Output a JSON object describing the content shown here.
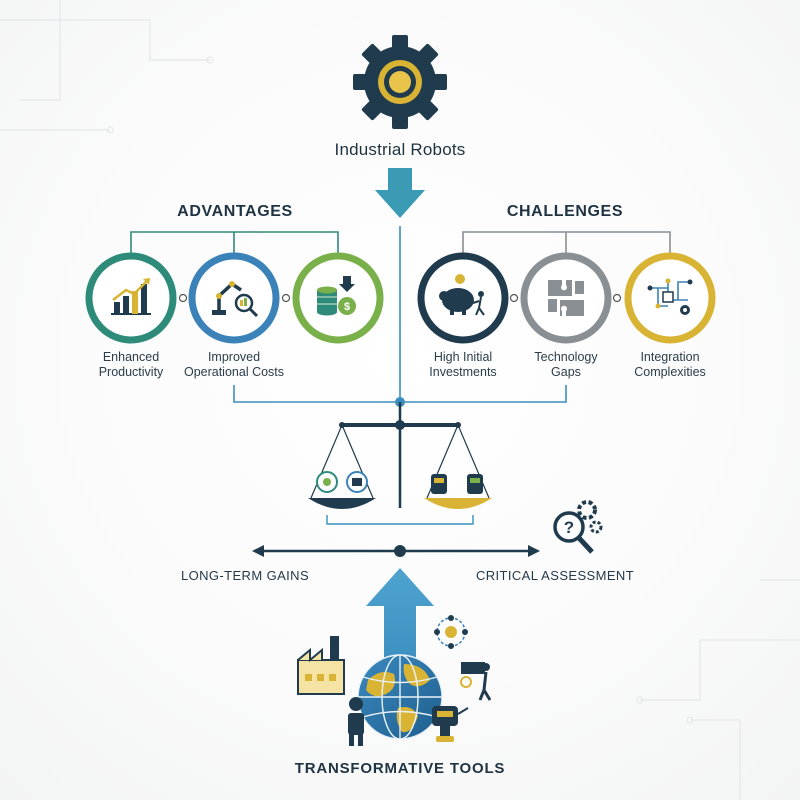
{
  "title": "Industrial Robots",
  "advantages": {
    "header": "ADVANTAGES",
    "items": [
      {
        "line1": "Enhanced",
        "line2": "Productivity",
        "icon": "growth-chart-icon",
        "color": "#2e8b7a"
      },
      {
        "line1": "Improved",
        "line2": "Operational Costs",
        "icon": "robot-arm-magnifier-icon",
        "color": "#3b82b8"
      },
      {
        "line1": "",
        "line2": "",
        "icon": "coins-dollar-icon",
        "color": "#79b04a"
      }
    ]
  },
  "challenges": {
    "header": "CHALLENGES",
    "items": [
      {
        "line1": "High Initial",
        "line2": "Investments",
        "icon": "piggy-bank-icon",
        "color": "#1f3b4d"
      },
      {
        "line1": "Technology",
        "line2": "Gaps",
        "icon": "puzzle-pieces-icon",
        "color": "#8a8f93"
      },
      {
        "line1": "Integration",
        "line2": "Complexities",
        "icon": "circuit-network-icon",
        "color": "#d9b434"
      }
    ]
  },
  "balance": {
    "left": "LONG-TERM GAINS",
    "right": "CRITICAL ASSESSMENT"
  },
  "bottom": "TRANSFORMATIVE TOOLS",
  "colors": {
    "navy": "#1f3b4d",
    "teal": "#2e8b7a",
    "blue": "#3b8fc0",
    "gold": "#d9b434",
    "green": "#79b04a",
    "grey": "#8a8f93"
  }
}
